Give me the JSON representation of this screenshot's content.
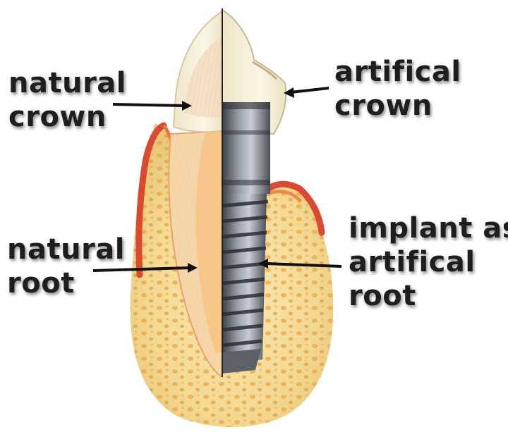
{
  "labels": {
    "natural_crown": [
      "natural",
      "crown"
    ],
    "artifical_crown": [
      "artifical",
      "crown"
    ],
    "natural_root": [
      "natural",
      "root"
    ],
    "implant_root": [
      "implant as",
      "artifical",
      "root"
    ]
  },
  "colors": {
    "bone": "#f3d890",
    "gum": "#e0553b",
    "enamel": "#f6efd6",
    "implant_metal": "#7a7f86",
    "arrow": "#111111"
  }
}
